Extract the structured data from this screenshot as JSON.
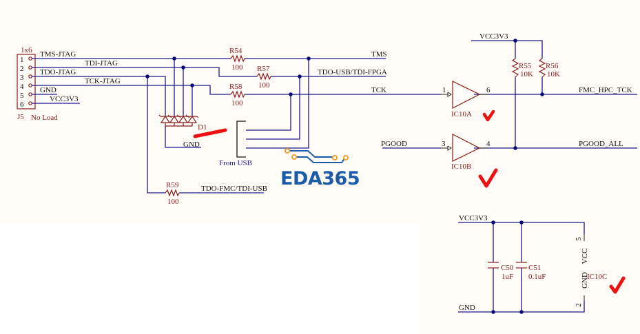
{
  "colors": {
    "background": "#FFFCF8",
    "wire": "#1a1a8c",
    "component": "#8b1a1a",
    "net_label": "#111111",
    "annotation": "#ee1111",
    "logo_blue": "#1a5ca8",
    "logo_orange": "#f0a030"
  },
  "connector": {
    "designator": "J5",
    "type": "1x6",
    "note": "No Load",
    "pins": [
      {
        "num": "1",
        "net": "TMS-JTAG"
      },
      {
        "num": "2",
        "net": "TDI-JTAG"
      },
      {
        "num": "3",
        "net": "TDO-JTAG"
      },
      {
        "num": "4",
        "net": "TCK-JTAG"
      },
      {
        "num": "5",
        "net": "GND"
      },
      {
        "num": "6",
        "net": "VCC3V3"
      }
    ]
  },
  "diode": {
    "designator": "D1",
    "gnd_label": "GND"
  },
  "resistors": {
    "r54": {
      "designator": "R54",
      "value": "100"
    },
    "r57": {
      "designator": "R57",
      "value": "100"
    },
    "r58": {
      "designator": "R58",
      "value": "100"
    },
    "r59": {
      "designator": "R59",
      "value": "100"
    },
    "r55": {
      "designator": "R55",
      "value": "10K"
    },
    "r56": {
      "designator": "R56",
      "value": "10K"
    }
  },
  "nets": {
    "tms": "TMS",
    "tdo_usb": "TDO-USB/TDI-FPGA",
    "tck": "TCK",
    "tdo_fmc": "TDO-FMC/TDI-USB",
    "from_usb": "From USB",
    "vcc_top": "VCC3V3",
    "fmc_tck": "FMC_HPC_TCK",
    "pgood": "PGOOD",
    "pgood_all": "PGOOD_ALL",
    "vcc_bottom": "VCC3V3",
    "gnd_bottom": "GND"
  },
  "buffers": {
    "a": {
      "designator": "IC10A",
      "in_pin": "1",
      "out_pin": "6"
    },
    "b": {
      "designator": "IC10B",
      "in_pin": "3",
      "out_pin": "4"
    },
    "c": {
      "designator": "IC10C",
      "vcc_label": "VCC",
      "gnd_label": "GND",
      "vcc_pin": "5",
      "gnd_pin": "2"
    }
  },
  "capacitors": {
    "c50": {
      "designator": "C50",
      "value": "1uF"
    },
    "c51": {
      "designator": "C51",
      "value": "0.1uF"
    }
  },
  "logo": {
    "text": "EDA365"
  }
}
